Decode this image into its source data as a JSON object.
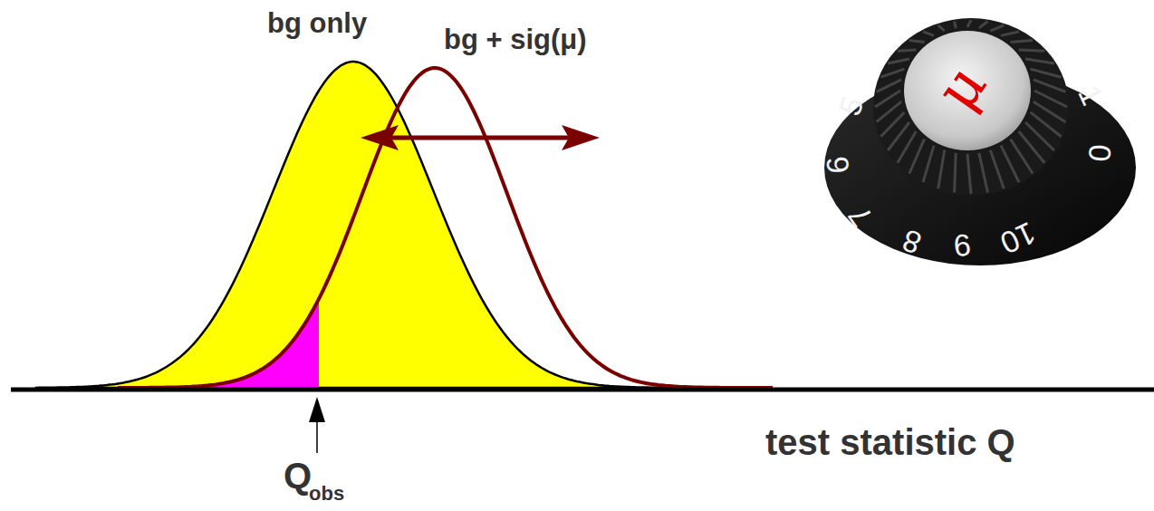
{
  "diagram": {
    "labels": [
      "bg only",
      "bg + sig(μ)",
      "test statistic Q",
      "Q",
      "obs",
      "μ",
      "5",
      "6",
      "7",
      "8",
      "9",
      "10",
      "1",
      "0"
    ]
  }
}
